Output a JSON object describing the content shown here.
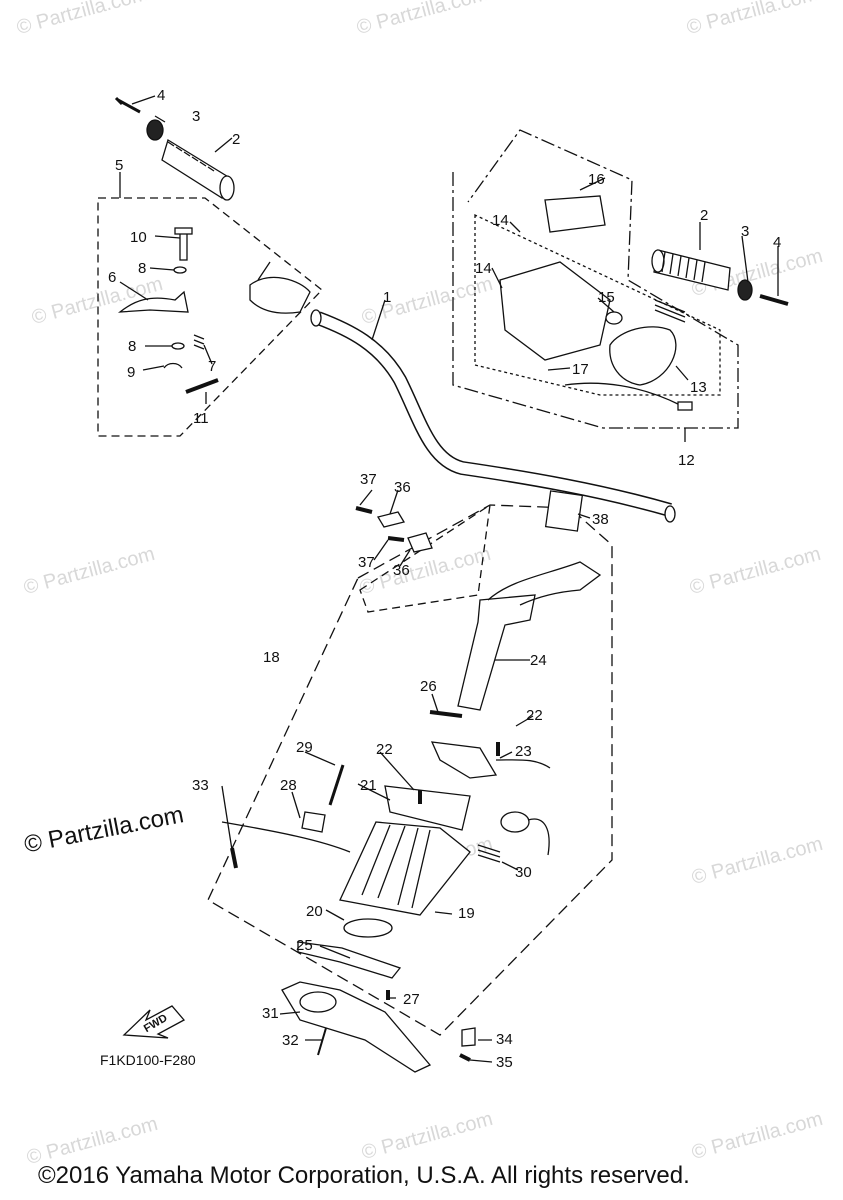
{
  "watermark": "© Partzilla.com",
  "main_watermark": "© Partzilla.com",
  "drawing_code": "F1KD100-F280",
  "fwd_label": "FWD",
  "copyright": "©2016 Yamaha Motor Corporation, U.S.A. All rights reserved.",
  "callouts": {
    "c1": "1",
    "c2a": "2",
    "c2b": "2",
    "c3a": "3",
    "c3b": "3",
    "c4a": "4",
    "c4b": "4",
    "c5": "5",
    "c6": "6",
    "c7": "7",
    "c8a": "8",
    "c8b": "8",
    "c9": "9",
    "c10": "10",
    "c11": "11",
    "c12": "12",
    "c13": "13",
    "c14a": "14",
    "c14b": "14",
    "c15": "15",
    "c16": "16",
    "c17": "17",
    "c18": "18",
    "c19": "19",
    "c20": "20",
    "c21": "21",
    "c22a": "22",
    "c22b": "22",
    "c23": "23",
    "c24": "24",
    "c25": "25",
    "c26": "26",
    "c27": "27",
    "c28": "28",
    "c29": "29",
    "c30": "30",
    "c31": "31",
    "c32": "32",
    "c33": "33",
    "c34": "34",
    "c35": "35",
    "c36a": "36",
    "c36b": "36",
    "c37a": "37",
    "c37b": "37",
    "c38": "38"
  }
}
